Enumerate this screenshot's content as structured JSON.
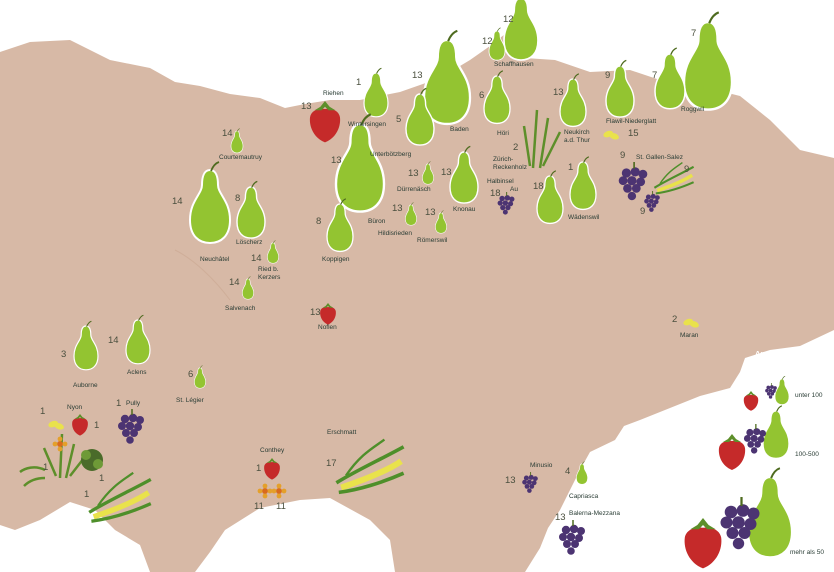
{
  "colors": {
    "land": "#d7b9a6",
    "pear": "#93c431",
    "pear_outline": "#ffffff",
    "stem": "#4e6b1f",
    "strawberry": "#c52a2a",
    "grape": "#4c3472",
    "grain": "#e9e24b",
    "label": "#2a3d35"
  },
  "legend": {
    "title": "Anzahl NAP-Sorten",
    "items": [
      {
        "label": "unter 100"
      },
      {
        "label": "100-500"
      },
      {
        "label": "mehr als 50"
      }
    ]
  },
  "places": [
    {
      "key": "riehen",
      "name": "Riehen"
    },
    {
      "key": "wintersingen",
      "name": "Wintersingen"
    },
    {
      "key": "baden",
      "name": "Baden"
    },
    {
      "key": "schaffhausen",
      "name": "Schaffhausen"
    },
    {
      "key": "hoeri",
      "name": "Höri"
    },
    {
      "key": "neukirch",
      "name": "Neukirch",
      "name2": "a.d. Thur"
    },
    {
      "key": "flawil",
      "name": "Flawil-Niederglatt"
    },
    {
      "key": "roggwil",
      "name": "Roggwil"
    },
    {
      "key": "courtemautruy",
      "name": "Courtemautruy"
    },
    {
      "key": "unterboetzberg",
      "name": "Unterbötzberg"
    },
    {
      "key": "zuerich",
      "name": "Zürich-",
      "name2": "Reckenholz"
    },
    {
      "key": "stgallen",
      "name": "St. Gallen-Salez"
    },
    {
      "key": "duerrenaesch",
      "name": "Dürrenäsch"
    },
    {
      "key": "halbinsel",
      "name": "Halbinsel",
      "name2": "Au"
    },
    {
      "key": "waedenswil",
      "name": "Wädenswil"
    },
    {
      "key": "bueron",
      "name": "Büron"
    },
    {
      "key": "hildisrieden",
      "name": "Hildisrieden"
    },
    {
      "key": "knonau",
      "name": "Knonau"
    },
    {
      "key": "roemerswil",
      "name": "Römerswil"
    },
    {
      "key": "loescherz",
      "name": "Löscherz"
    },
    {
      "key": "neuchatel",
      "name": "Neuchâtel"
    },
    {
      "key": "koppigen",
      "name": "Koppigen"
    },
    {
      "key": "ried",
      "name": "Ried b.",
      "name2": "Kerzers"
    },
    {
      "key": "salvenach",
      "name": "Salvenach"
    },
    {
      "key": "noflen",
      "name": "Noflen"
    },
    {
      "key": "maran",
      "name": "Maran"
    },
    {
      "key": "auborne",
      "name": "Auborne"
    },
    {
      "key": "aclens",
      "name": "Aclens"
    },
    {
      "key": "stlegier",
      "name": "St. Légier"
    },
    {
      "key": "nyon",
      "name": "Nyon"
    },
    {
      "key": "pully",
      "name": "Pully"
    },
    {
      "key": "conthey",
      "name": "Conthey"
    },
    {
      "key": "erschmatt",
      "name": "Erschmatt"
    },
    {
      "key": "minusio",
      "name": "Minusio"
    },
    {
      "key": "capriasca",
      "name": "Capriasca"
    },
    {
      "key": "balerna",
      "name": "Balerna-Mezzana"
    }
  ],
  "numbers": [
    {
      "key": "n_schaff_a",
      "value": "12"
    },
    {
      "key": "n_schaff_b",
      "value": "12"
    },
    {
      "key": "n_roggwil_a",
      "value": "7"
    },
    {
      "key": "n_roggwil_b",
      "value": "7"
    },
    {
      "key": "n_flawil",
      "value": "9"
    },
    {
      "key": "n_riehen",
      "value": "13"
    },
    {
      "key": "n_winter",
      "value": "1"
    },
    {
      "key": "n_baden",
      "value": "13"
    },
    {
      "key": "n_hoeri",
      "value": "6"
    },
    {
      "key": "n_neukirch",
      "value": "13"
    },
    {
      "key": "n_flawil_grain",
      "value": "15"
    },
    {
      "key": "n_courte",
      "value": "14"
    },
    {
      "key": "n_unterb",
      "value": "5"
    },
    {
      "key": "n_zuerich",
      "value": "2"
    },
    {
      "key": "n_stg_grape",
      "value": "9"
    },
    {
      "key": "n_stg_grape2",
      "value": "9"
    },
    {
      "key": "n_stg_grain",
      "value": "9"
    },
    {
      "key": "n_bueron",
      "value": "13"
    },
    {
      "key": "n_duerr",
      "value": "13"
    },
    {
      "key": "n_knonau",
      "value": "13"
    },
    {
      "key": "n_halb",
      "value": "18"
    },
    {
      "key": "n_waed_a",
      "value": "18"
    },
    {
      "key": "n_waed_b",
      "value": "1"
    },
    {
      "key": "n_neuch",
      "value": "14"
    },
    {
      "key": "n_loesch",
      "value": "8"
    },
    {
      "key": "n_kopp",
      "value": "8"
    },
    {
      "key": "n_hildis",
      "value": "13"
    },
    {
      "key": "n_roemer",
      "value": "13"
    },
    {
      "key": "n_ried",
      "value": "14"
    },
    {
      "key": "n_salv",
      "value": "14"
    },
    {
      "key": "n_noflen",
      "value": "13"
    },
    {
      "key": "n_maran",
      "value": "2"
    },
    {
      "key": "n_auborne",
      "value": "3"
    },
    {
      "key": "n_aclens",
      "value": "14"
    },
    {
      "key": "n_stleg",
      "value": "6"
    },
    {
      "key": "n_nyon_a",
      "value": "1"
    },
    {
      "key": "n_nyon_b",
      "value": "1"
    },
    {
      "key": "n_pully",
      "value": "1"
    },
    {
      "key": "n_gen_a",
      "value": "1"
    },
    {
      "key": "n_gen_b",
      "value": "1"
    },
    {
      "key": "n_gen_c",
      "value": "1"
    },
    {
      "key": "n_conthey",
      "value": "1"
    },
    {
      "key": "n_conthey_a",
      "value": "11"
    },
    {
      "key": "n_conthey_b",
      "value": "11"
    },
    {
      "key": "n_ersch",
      "value": "17"
    },
    {
      "key": "n_minusio",
      "value": "13"
    },
    {
      "key": "n_capri",
      "value": "4"
    },
    {
      "key": "n_balerna",
      "value": "13"
    }
  ]
}
